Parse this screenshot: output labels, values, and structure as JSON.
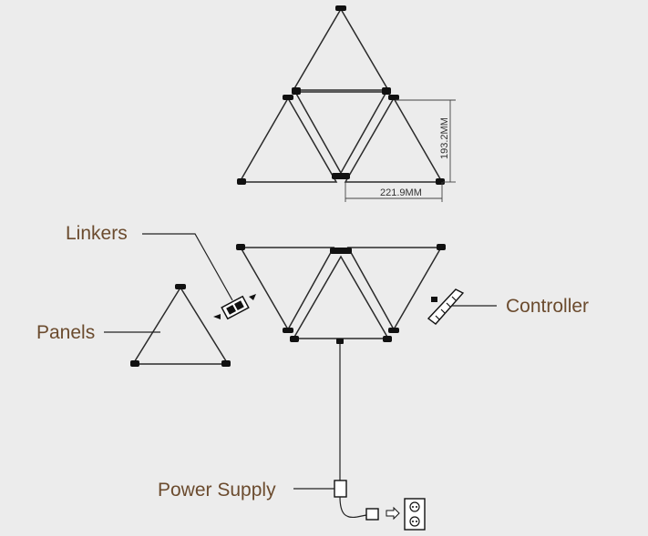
{
  "labels": {
    "linkers": "Linkers",
    "panels": "Panels",
    "controller": "Controller",
    "power_supply": "Power Supply"
  },
  "dimensions": {
    "width": "221.9MM",
    "height": "193.2MM"
  },
  "colors": {
    "background": "#ececec",
    "label_text": "#6b4b2e",
    "outline": "#2a2a2a"
  }
}
